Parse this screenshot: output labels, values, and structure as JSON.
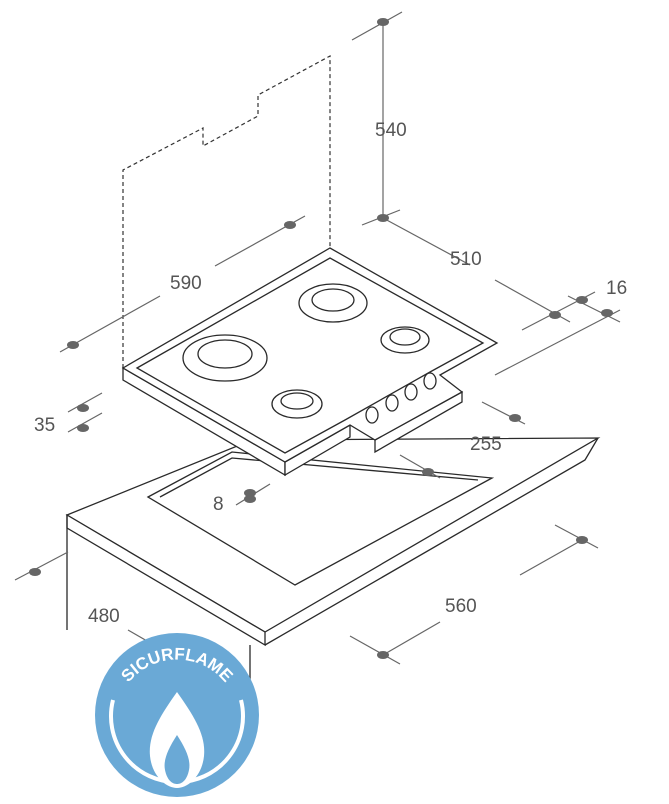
{
  "dimensions": {
    "cabinet_height": "540",
    "hob_width": "590",
    "hob_depth": "510",
    "rear_clearance": "16",
    "hob_thickness": "35",
    "panel_offset": "255",
    "cutout_edge": "8",
    "cutout_depth": "480",
    "cutout_width": "560"
  },
  "logo": {
    "text": "SICURFLAME",
    "color": "#6aa9d6"
  }
}
